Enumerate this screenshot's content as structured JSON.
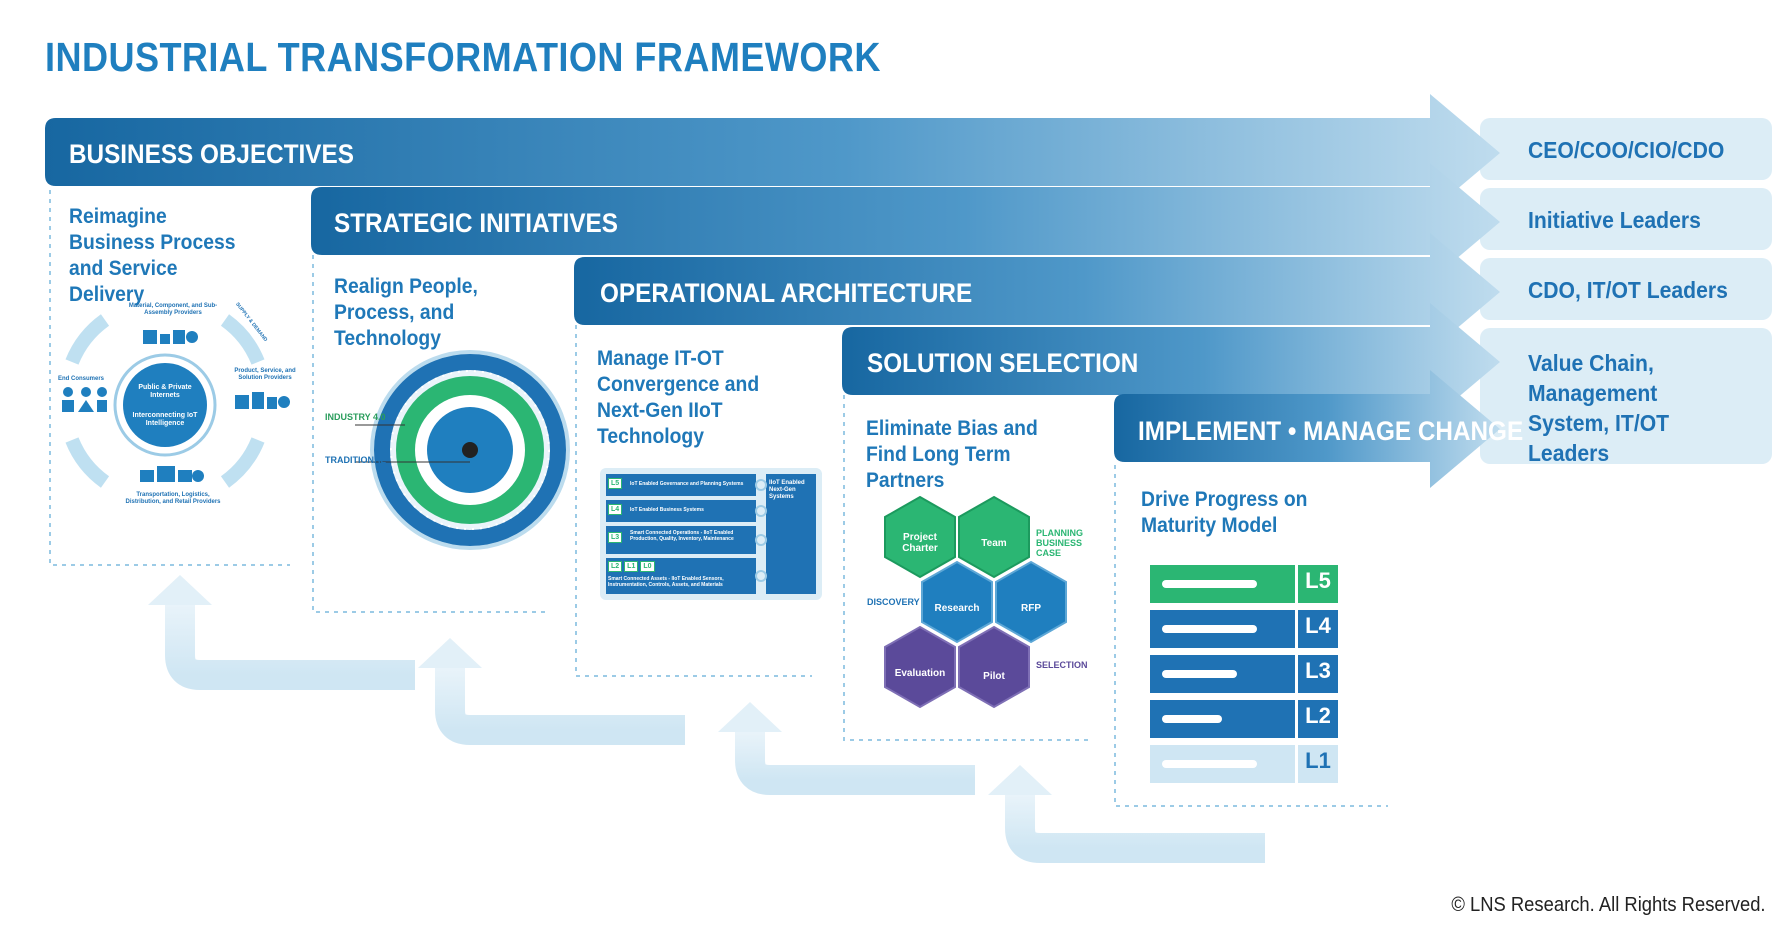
{
  "title": "INDUSTRIAL TRANSFORMATION FRAMEWORK",
  "stages": [
    {
      "label": "BUSINESS OBJECTIVES",
      "role": "CEO/COO/CIO/CDO",
      "description": "Reimagine Business Process and Service Delivery"
    },
    {
      "label": "STRATEGIC INITIATIVES",
      "role": "Initiative Leaders",
      "description": "Realign People, Process, and Technology"
    },
    {
      "label": "OPERATIONAL ARCHITECTURE",
      "role": "CDO, IT/OT Leaders",
      "description": "Manage IT-OT Convergence and Next-Gen IIoT Technology"
    },
    {
      "label": "SOLUTION SELECTION",
      "role": "Value Chain, Management System, IT/OT Leaders",
      "description": "Eliminate Bias and Find Long Term Partners"
    },
    {
      "label": "IMPLEMENT • MANAGE CHANGE",
      "role": "",
      "description": "Drive Progress on Maturity Model"
    }
  ],
  "business_graphic": {
    "center_top": "Public & Private Internets",
    "center_bottom": "Interconnecting IoT Intelligence",
    "nodes": {
      "top": "Material, Component, and Sub-Assembly Providers",
      "right": "Product, Service, and Solution Providers",
      "bottom": "Transportation, Logistics, Distribution, and Retail Providers",
      "left": "End Consumers"
    },
    "arrow_label": "SUPPLY & DEMAND"
  },
  "strategy_graphic": {
    "label_outer": "INDUSTRY 4.0",
    "label_inner": "TRADITIONAL"
  },
  "architecture_graphic": {
    "rows": [
      {
        "levels": [
          "L5"
        ],
        "text": "IoT Enabled Governance and Planning Systems"
      },
      {
        "levels": [
          "L4"
        ],
        "text": "IoT Enabled Business Systems"
      },
      {
        "levels": [
          "L3"
        ],
        "text": "Smart Connected Operations - IIoT Enabled Production, Quality, Inventory, Maintenance"
      },
      {
        "levels": [
          "L2",
          "L1",
          "L0"
        ],
        "text": "Smart Connected Assets - IIoT Enabled Sensors, Instrumentation, Controls, Assets, and Materials"
      }
    ],
    "side": "IIoT Enabled Next-Gen Systems"
  },
  "selection_graphic": {
    "hexes": [
      "Project Charter",
      "Team",
      "Research",
      "RFP",
      "Evaluation",
      "Pilot"
    ],
    "phases": {
      "planning": "PLANNING BUSINESS CASE",
      "discovery": "DISCOVERY",
      "selection": "SELECTION"
    }
  },
  "maturity_graphic": {
    "levels": [
      "L5",
      "L4",
      "L3",
      "L2",
      "L1"
    ]
  },
  "copyright": "© LNS Research. All Rights Reserved.",
  "colors": {
    "primary": "#1f7fbf",
    "dark_band": "#1a6fa6",
    "green": "#2bb673",
    "purple": "#5b4a9a",
    "light": "#dcedf6"
  }
}
